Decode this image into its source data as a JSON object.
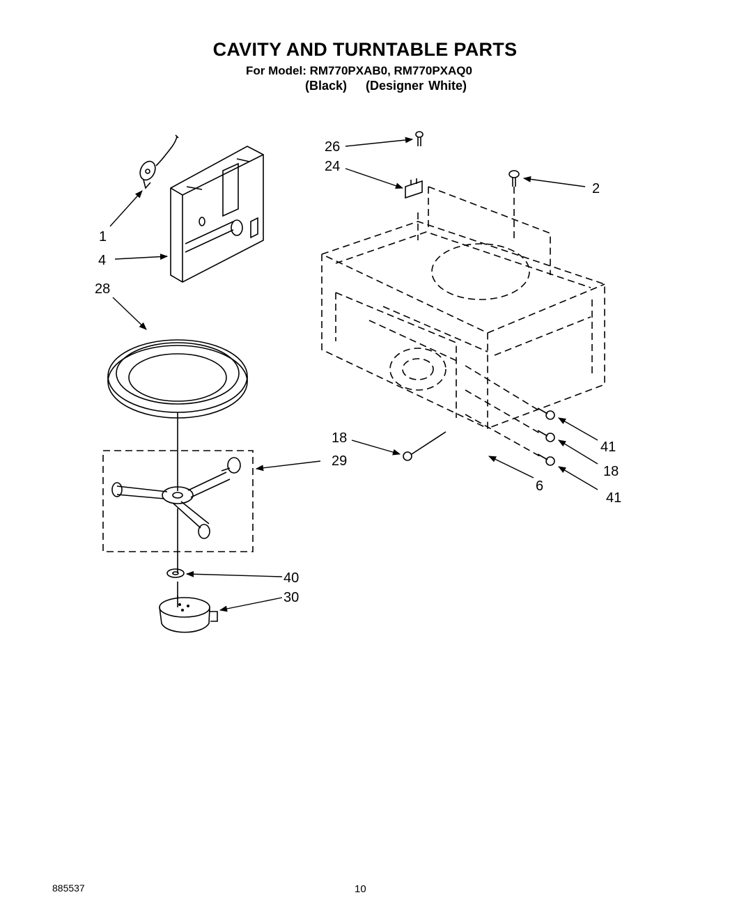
{
  "title": "CAVITY AND TURNTABLE PARTS",
  "model_line": "For Model: RM770PXAB0, RM770PXAQ0",
  "variants": [
    "(Black)",
    "(Designer White)"
  ],
  "footer": {
    "doc_number": "885537",
    "page_number": "10"
  },
  "callouts": {
    "c1": "1",
    "c4": "4",
    "c28": "28",
    "c26": "26",
    "c24": "24",
    "c2": "2",
    "c18a": "18",
    "c29": "29",
    "c41a": "41",
    "c18b": "18",
    "c6": "6",
    "c41b": "41",
    "c40": "40",
    "c30": "30"
  }
}
